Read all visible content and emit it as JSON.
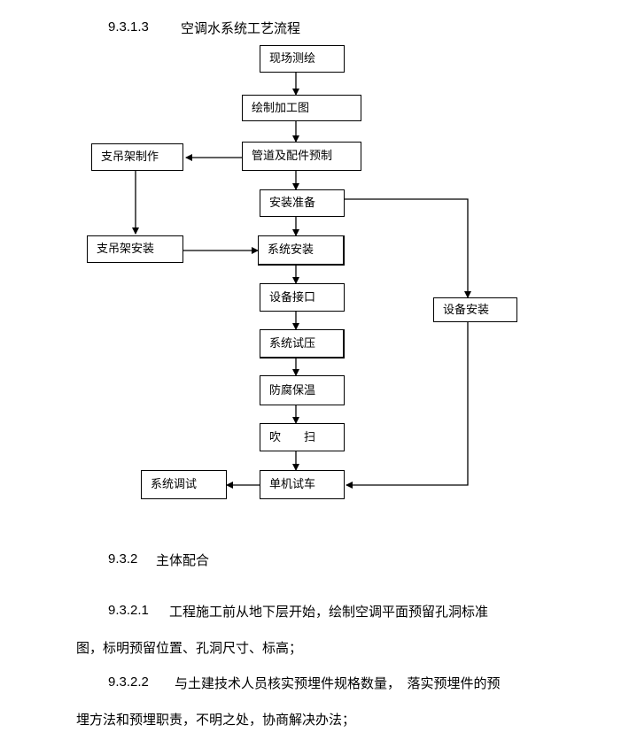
{
  "section_title": {
    "number": "9.3.1.3",
    "text": "空调水系统工艺流程"
  },
  "flowchart": {
    "survey": "现场测绘",
    "drawing": "绘制加工图",
    "prefab": "管道及配件预制",
    "hanger_make": "支吊架制作",
    "prep": "安装准备",
    "hanger_install": "支吊架安装",
    "sys_install": "系统安装",
    "equip_install": "设备安装",
    "equip_interface": "设备接口",
    "pressure_test": "系统试压",
    "anticorrosion": "防腐保温",
    "purge": "吹　　扫",
    "trial_run": "单机试车",
    "commissioning": "系统调试"
  },
  "section_932": {
    "number": "9.3.2",
    "text": "主体配合"
  },
  "para_1": {
    "number": "9.3.2.1",
    "line1": "工程施工前从地下层开始，绘制空调平面预留孔洞标准",
    "line2": "图，标明预留位置、孔洞尺寸、标高；"
  },
  "para_2": {
    "number": "9.3.2.2",
    "line1": "与土建技术人员核实预埋件规格数量，　落实预埋件的预",
    "line2": "埋方法和预埋职责，不明之处，协商解决办法；"
  }
}
